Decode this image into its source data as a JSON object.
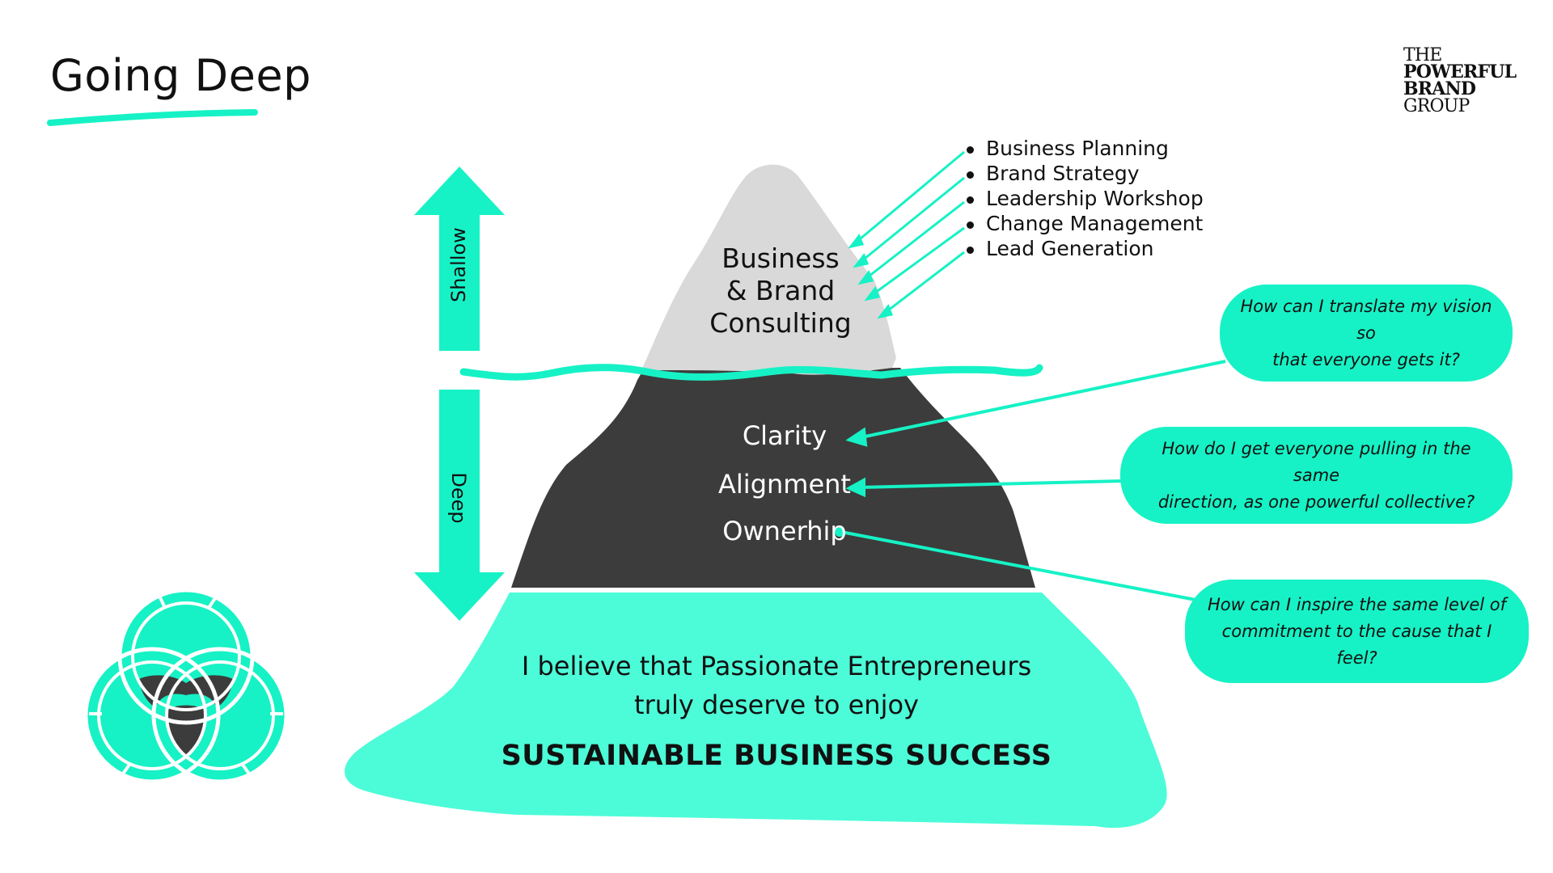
{
  "title": "Going Deep",
  "logo": {
    "lines": [
      "THE",
      "POWERFUL",
      "BRAND",
      "GROUP"
    ]
  },
  "colors": {
    "accent": "#16F2C5",
    "base": "#4CFCD8",
    "tip": "#D9D9D9",
    "middle": "#3C3C3C",
    "text": "#111111"
  },
  "iceberg": {
    "tip_label": [
      "Business",
      "& Brand",
      "Consulting"
    ],
    "middle": [
      "Clarity",
      "Alignment",
      "Ownerhip"
    ],
    "base": {
      "belief_line1": "I believe that Passionate Entrepreneurs",
      "belief_line2": "truly deserve to enjoy",
      "success": "SUSTAINABLE BUSINESS SUCCESS"
    }
  },
  "services": [
    "Business Planning",
    "Brand Strategy",
    "Leadership Workshop",
    "Change Management",
    "Lead Generation"
  ],
  "depth_arrows": {
    "up": "Shallow",
    "down": "Deep"
  },
  "questions": [
    {
      "line1": "How can I translate my vision so",
      "line2": "that everyone gets it?"
    },
    {
      "line1": "How do I get everyone pulling in the same",
      "line2": "direction, as one powerful collective?"
    },
    {
      "line1": "How can I inspire the same level of",
      "line2": "commitment to the cause that I feel?"
    }
  ],
  "icons": {
    "emblem": "venn-circles-icon",
    "up_arrow": "arrow-up-icon",
    "down_arrow": "arrow-down-icon"
  }
}
